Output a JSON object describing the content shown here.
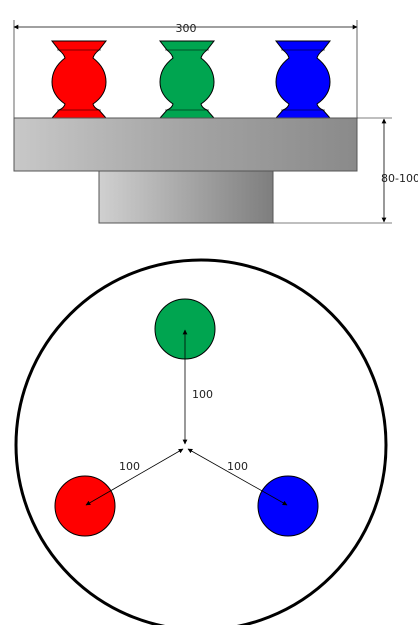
{
  "side_view": {
    "width_label": "300",
    "height_label": "80-100",
    "pieces": [
      {
        "color": "#ff0000",
        "name": "red"
      },
      {
        "color": "#00a550",
        "name": "green"
      },
      {
        "color": "#0000ff",
        "name": "blue"
      }
    ]
  },
  "top_view": {
    "distance_labels": [
      "100",
      "100",
      "100"
    ],
    "colors": {
      "red": "#ff0000",
      "green": "#00a550",
      "blue": "#0000ff"
    }
  }
}
